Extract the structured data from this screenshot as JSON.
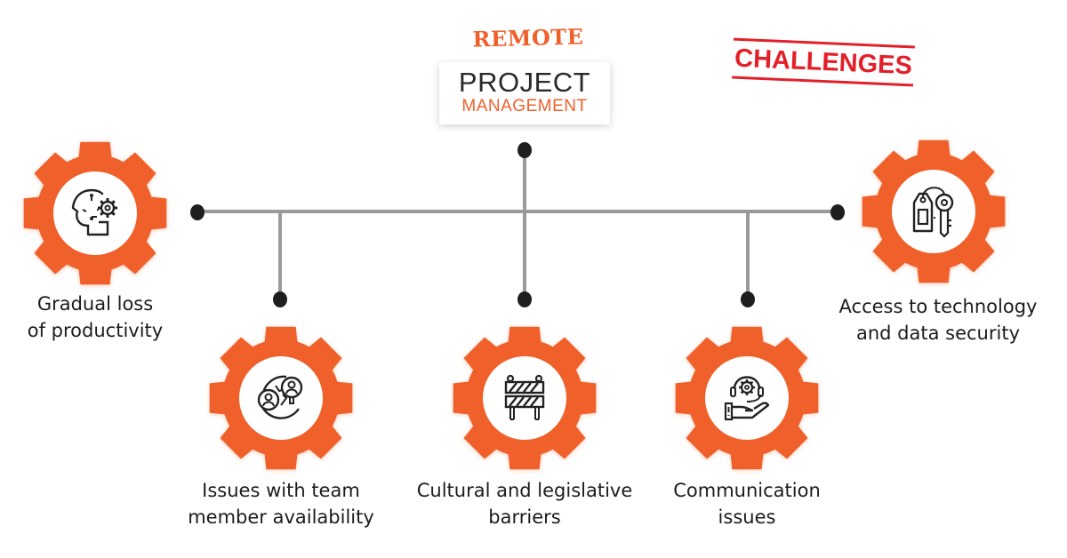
{
  "title": {
    "remote": "REMOTE",
    "project": "PROJECT",
    "management": "MANAGEMENT"
  },
  "stamp": {
    "text": "CHALLENGES",
    "color": "#e3202a"
  },
  "colors": {
    "gear": "#f0602a",
    "line": "#9a9a9a",
    "dot": "#1e1e1e",
    "icon_stroke": "#222222"
  },
  "challenges": [
    {
      "id": "productivity",
      "icon": "head-gear-icon",
      "lines": [
        "Gradual loss",
        "of productivity"
      ]
    },
    {
      "id": "availability",
      "icon": "globe-people-icon",
      "lines": [
        "Issues with team",
        "member availability"
      ]
    },
    {
      "id": "cultural",
      "icon": "barrier-icon",
      "lines": [
        "Cultural and legislative",
        "barriers"
      ]
    },
    {
      "id": "communication",
      "icon": "support-hand-icon",
      "lines": [
        "Communication",
        "issues"
      ]
    },
    {
      "id": "security",
      "icon": "tag-key-icon",
      "lines": [
        "Access to technology",
        "and data security"
      ]
    }
  ]
}
